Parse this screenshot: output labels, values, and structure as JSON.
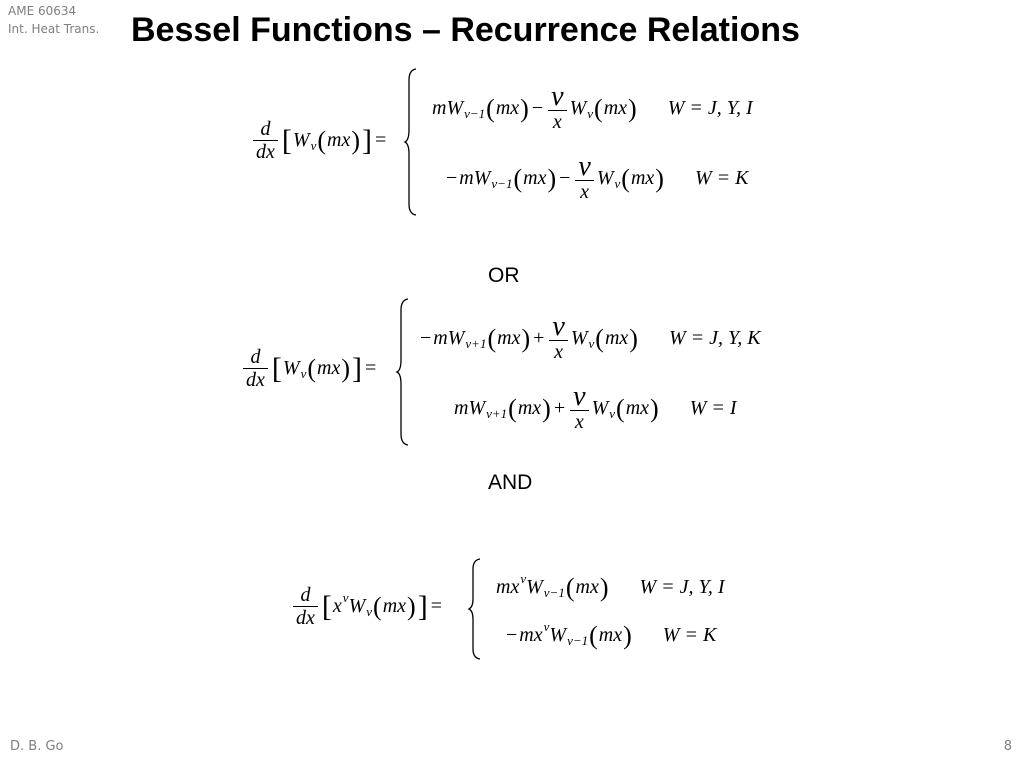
{
  "header": {
    "course_line1": "AME 60634",
    "course_line2": "Int. Heat Trans.",
    "title": "Bessel Functions – Recurrence Relations"
  },
  "footer": {
    "author": "D. B. Go",
    "page_number": "8"
  },
  "separators": {
    "or": "OR",
    "and": "AND"
  },
  "symbols": {
    "d": "d",
    "dx": "dx",
    "W": "W",
    "nu": "ν",
    "mx": "mx",
    "x": "x",
    "m": "m",
    "minus": "−",
    "plus": "+",
    "equals": "=",
    "lparen": "(",
    "rparen": ")",
    "lbrack": "[",
    "rbrack": "]",
    "sub_nu": "ν",
    "sub_nu_minus_1": "ν−1",
    "sub_nu_plus_1": "ν+1"
  },
  "equation1": {
    "case1_condition": "W = J, Y, I",
    "case2_condition": "W = K"
  },
  "equation2": {
    "case1_condition": "W = J, Y, K",
    "case2_condition": "W = I"
  },
  "equation3": {
    "case1_condition": "W = J, Y, I",
    "case2_condition": "W = K"
  }
}
